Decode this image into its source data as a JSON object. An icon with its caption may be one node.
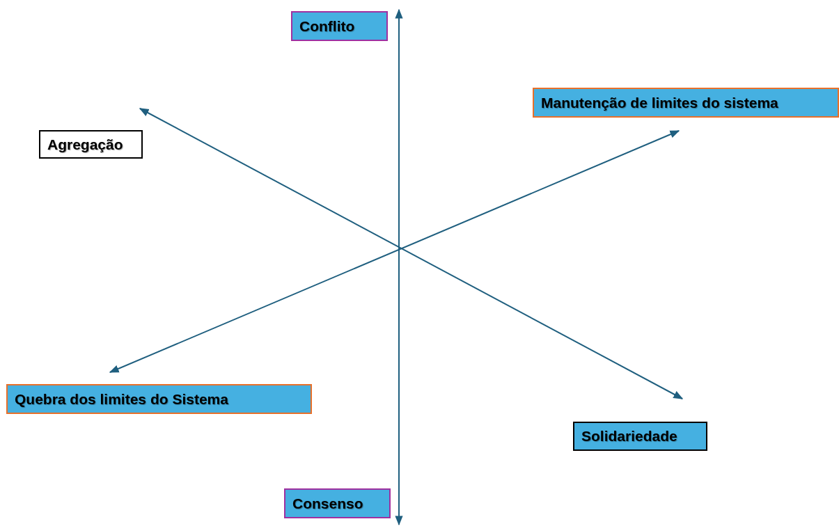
{
  "diagram": {
    "nodes": [
      {
        "text": [
          "Conflito"
        ]
      },
      {
        "text": [
          "Manutenção de limites do sistema"
        ]
      },
      {
        "text": [
          "Agregação"
        ]
      },
      {
        "text": [
          "Quebra dos limites do Sistema"
        ]
      },
      {
        "text": [
          "Solidariedade"
        ]
      },
      {
        "text": [
          "Consenso"
        ]
      }
    ],
    "edges": [
      {
        "from": 0,
        "to": 5,
        "arrow": "both"
      },
      {
        "from": 2,
        "to": 4,
        "arrow": "both"
      },
      {
        "from": 3,
        "to": 1,
        "arrow": "both"
      }
    ]
  }
}
